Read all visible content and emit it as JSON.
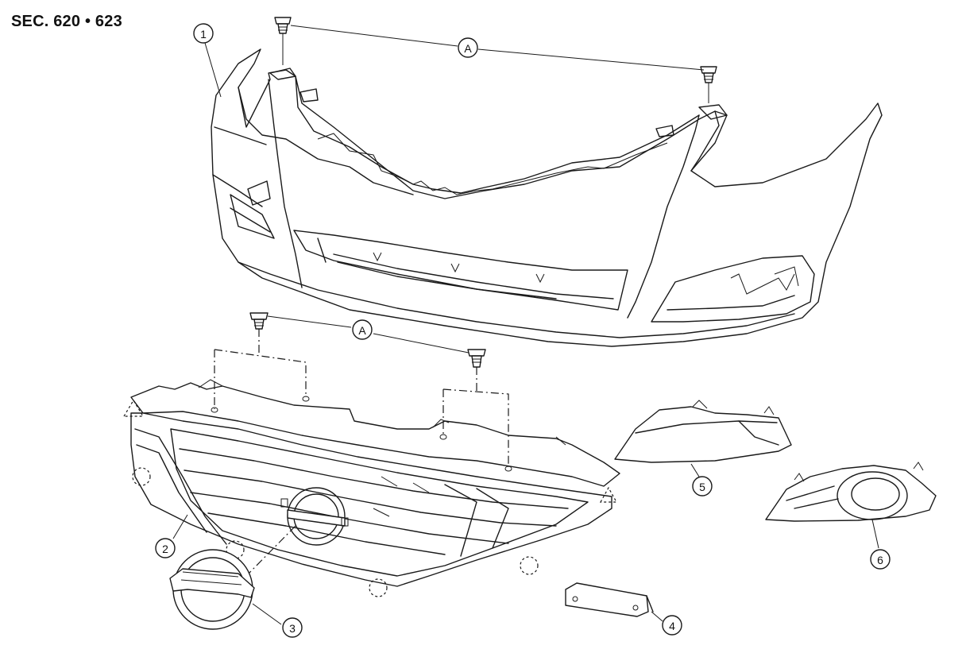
{
  "section_title": "SEC. 620 • 623",
  "callouts": {
    "part_1": "1",
    "part_2": "2",
    "part_3": "3",
    "part_4": "4",
    "part_5": "5",
    "part_6": "6",
    "clip_a_upper": "A",
    "clip_a_lower": "A"
  }
}
